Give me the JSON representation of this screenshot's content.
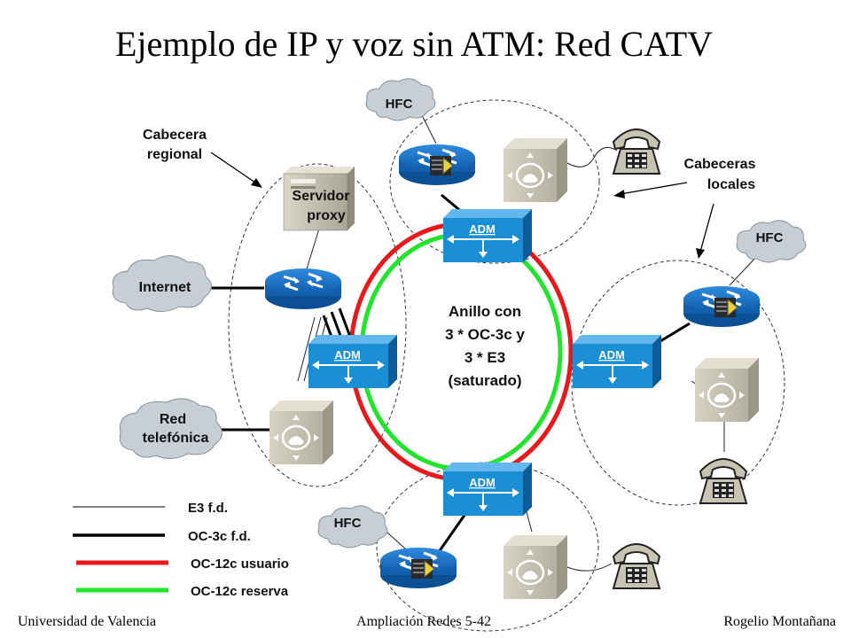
{
  "title": "Ejemplo de IP y voz sin ATM: Red CATV",
  "labels": {
    "cabecera_regional": [
      "Cabecera",
      "regional"
    ],
    "cabeceras_locales": [
      "Cabeceras",
      "locales"
    ],
    "servidor_proxy": [
      "Servidor",
      "proxy"
    ],
    "internet": "Internet",
    "red_telefonica": [
      "Red",
      "telefónica"
    ],
    "ring": [
      "Anillo con",
      "3 * OC-3c y",
      "3 * E3",
      "(saturado)"
    ],
    "hfc_top": "HFC",
    "hfc_right": "HFC",
    "hfc_bottom": "HFC",
    "adm_top": "ADM",
    "adm_left": "ADM",
    "adm_right": "ADM",
    "adm_bottom": "ADM"
  },
  "legend": [
    {
      "label": "E3 f.d.",
      "color": "#000000"
    },
    {
      "label": "OC-3c f.d.",
      "color": "#000000"
    },
    {
      "label": "OC-12c usuario",
      "color": "#e8181b"
    },
    {
      "label": "OC-12c reserva",
      "color": "#21e52a"
    }
  ],
  "footer": {
    "left": "Universidad de Valencia",
    "center": "Ampliación Redes 5-42",
    "right": "Rogelio Montañana"
  },
  "colors": {
    "ring_red": "#e8181b",
    "ring_green": "#21e52a",
    "router_blue": "#1d74c8",
    "adm_blue": "#1a8fd6",
    "cloud": "#c8ced6",
    "box_gray": "#c2bfae"
  }
}
